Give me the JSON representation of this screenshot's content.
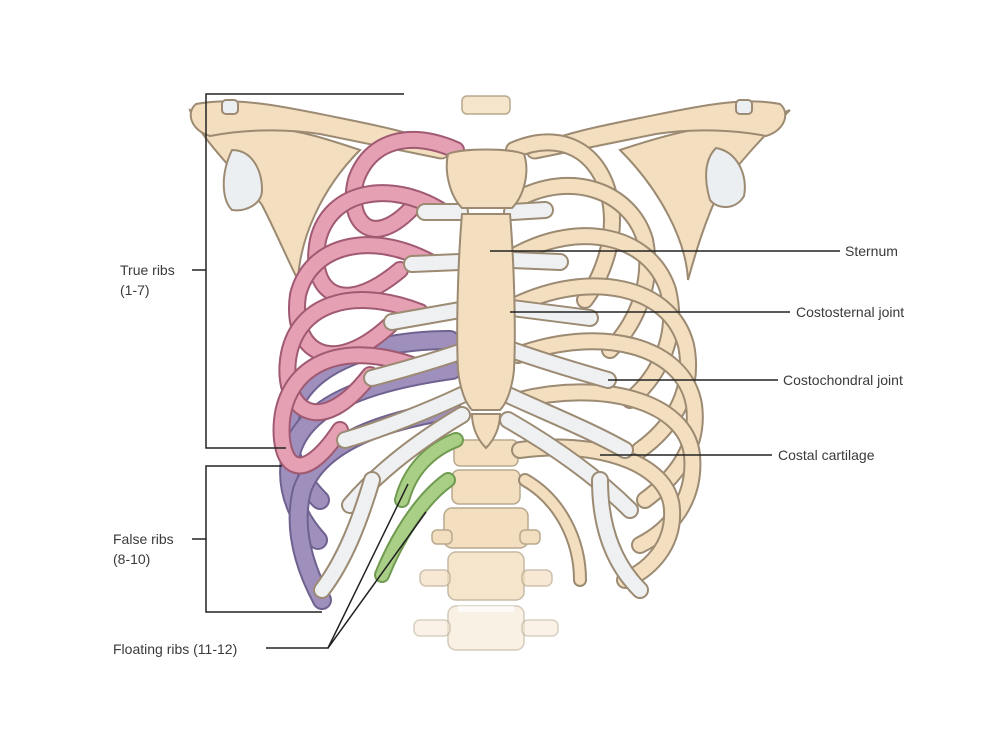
{
  "labels": {
    "true_ribs": {
      "line1": "True ribs",
      "line2": "(1-7)"
    },
    "false_ribs": {
      "line1": "False ribs",
      "line2": "(8-10)"
    },
    "floating_ribs": "Floating ribs (11-12)",
    "sternum": "Sternum",
    "costosternal_joint": "Costosternal joint",
    "costochondral_joint": "Costochondral joint",
    "costal_cartilage": "Costal cartilage"
  },
  "colors": {
    "bone": "#f3dfbf",
    "bone_outline": "#9c8a72",
    "cartilage": "#eef0f2",
    "true_ribs": "#e6a0b4",
    "false_ribs": "#9f8fbc",
    "floating_ribs": "#a9cf86",
    "leader_line": "#222222"
  }
}
